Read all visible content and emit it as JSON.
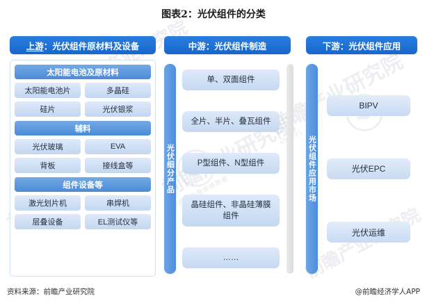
{
  "title": "图表2：光伏组件的分类",
  "columns": {
    "upstream": {
      "head_prefix": "上游",
      "head_rest": "：光伏组件原材料及设备",
      "sections": [
        {
          "header": "太阳能电池及原材料",
          "items": [
            "太阳能电池片",
            "多晶硅",
            "硅片",
            "光伏银浆"
          ]
        },
        {
          "header": "辅料",
          "items": [
            "光伏玻璃",
            "EVA",
            "背板",
            "接线盒等"
          ]
        },
        {
          "header": "组件设备等",
          "items": [
            "激光划片机",
            "串焊机",
            "层叠设备",
            "EL测试仪等"
          ]
        }
      ]
    },
    "midstream": {
      "head": "中游：光伏组件制造",
      "vertical_label": "光伏细分产品",
      "items": [
        "单、双面组件",
        "全片、半片、叠瓦组件",
        "P型组件、N型组件",
        "晶硅组件、非晶硅薄膜组件",
        "……"
      ]
    },
    "downstream": {
      "head": "下游：光伏组件应用",
      "vertical_label": "光伏组件应用市场",
      "items": [
        "BIPV",
        "光伏EPC",
        "光伏运维"
      ]
    }
  },
  "footer": {
    "source": "资料来源：前瞻产业研究院",
    "brand": "@前瞻经济学人APP"
  },
  "watermarks": {
    "main": "前瞻产业研究院",
    "sub": "中国产业咨询领跑者",
    "code": "405991"
  },
  "colors": {
    "head_blue": "#1766cc",
    "section_blue": "#4a8bd8",
    "cell_blue": "#c3d7f1",
    "vbar_blue": "#4e8ddb",
    "text_dark": "#1f2d3d"
  }
}
